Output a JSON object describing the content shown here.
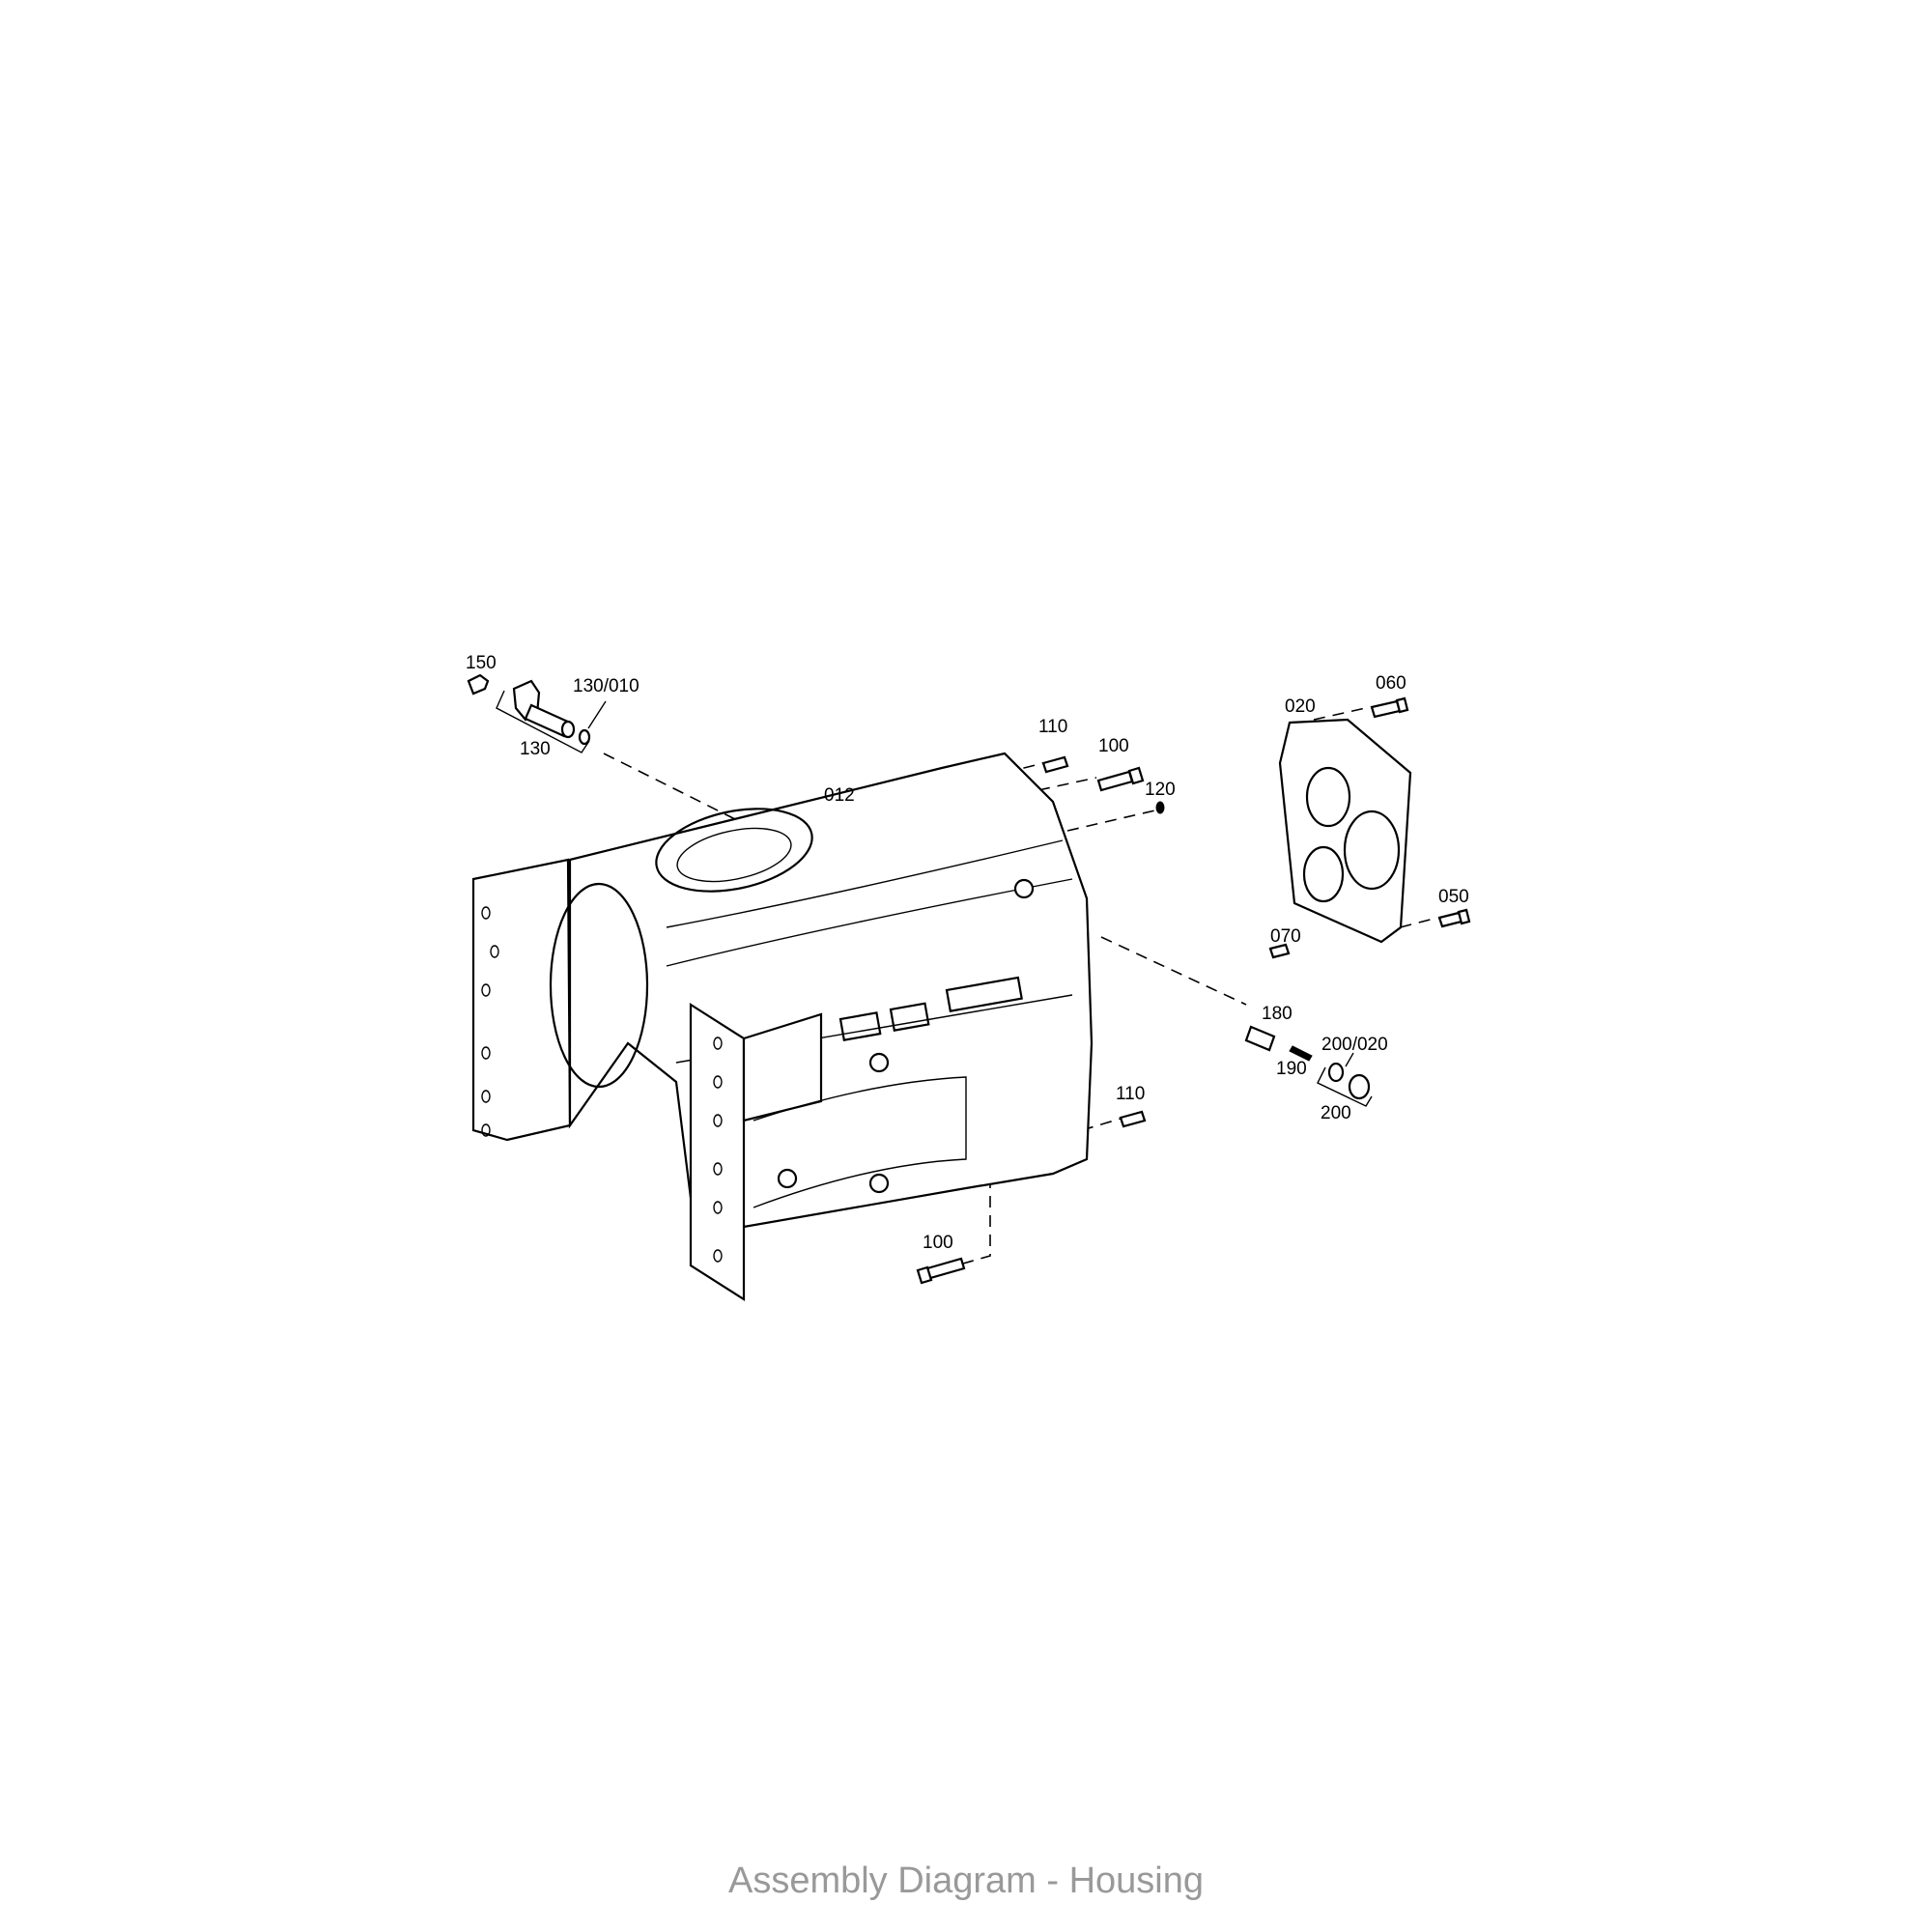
{
  "caption": "Assembly Diagram - Housing",
  "parts": [
    {
      "id": "150",
      "label": "150"
    },
    {
      "id": "130_010",
      "label": "130/010"
    },
    {
      "id": "130",
      "label": "130"
    },
    {
      "id": "012",
      "label": "012"
    },
    {
      "id": "110_top",
      "label": "110"
    },
    {
      "id": "100_top",
      "label": "100"
    },
    {
      "id": "120",
      "label": "120"
    },
    {
      "id": "020",
      "label": "020"
    },
    {
      "id": "060",
      "label": "060"
    },
    {
      "id": "050",
      "label": "050"
    },
    {
      "id": "070",
      "label": "070"
    },
    {
      "id": "180",
      "label": "180"
    },
    {
      "id": "190",
      "label": "190"
    },
    {
      "id": "200_020",
      "label": "200/020"
    },
    {
      "id": "200",
      "label": "200"
    },
    {
      "id": "110_bottom",
      "label": "110"
    },
    {
      "id": "100_bottom",
      "label": "100"
    }
  ],
  "colors": {
    "line": "#000000",
    "caption": "#999999",
    "background": "#ffffff"
  }
}
